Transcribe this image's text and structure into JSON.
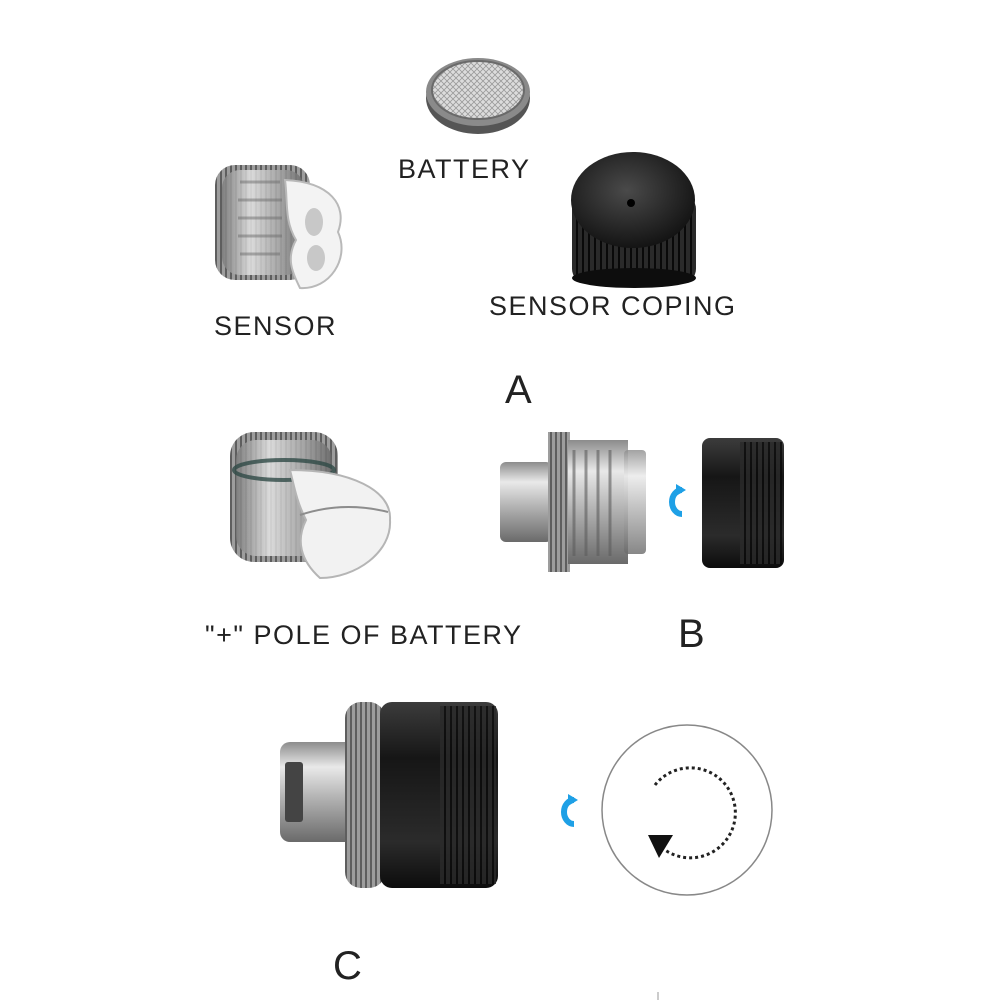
{
  "labels": {
    "battery": "BATTERY",
    "sensor": "SENSOR",
    "sensor_coping": "SENSOR COPING",
    "plus_pole": "\"+\" POLE OF BATTERY"
  },
  "steps": {
    "a": "A",
    "b": "B",
    "c": "C"
  },
  "colors": {
    "arrow_blue": "#1ea0e6",
    "metal": "#b9b9b9",
    "cap_black": "#1b1b1b",
    "seal_white": "#f2f2f2"
  },
  "icons": {
    "insert_arrow": "blue-u-arrow-icon",
    "rotate": "counterclockwise-rotate-icon"
  }
}
